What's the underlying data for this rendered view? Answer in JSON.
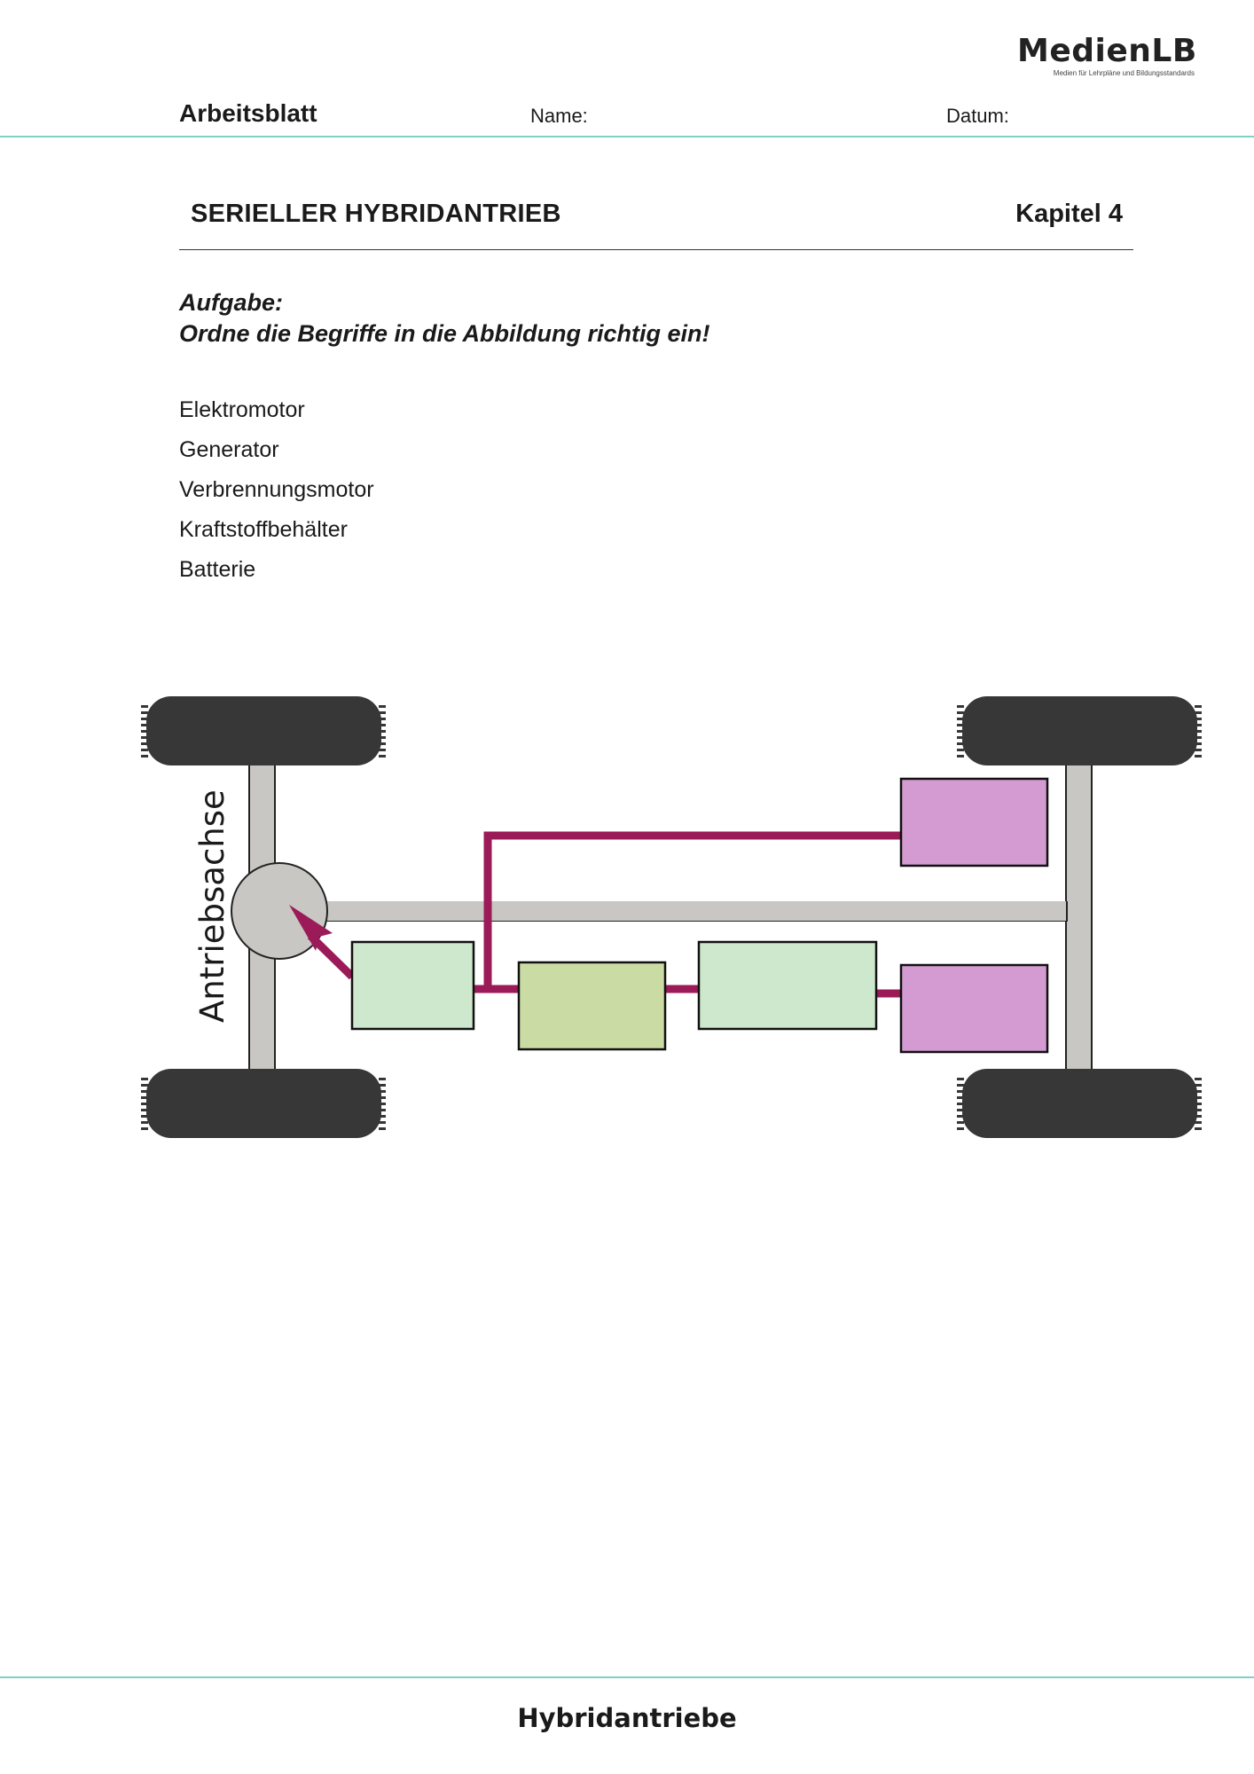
{
  "logo": {
    "main": "MedienLB",
    "sub": "Medien für Lehrpläne und Bildungsstandards"
  },
  "header": {
    "title": "Arbeitsblatt",
    "name_label": "Name:",
    "date_label": "Datum:"
  },
  "topic": {
    "title": "SERIELLER HYBRIDANTRIEB",
    "chapter": "Kapitel 4"
  },
  "task": {
    "heading": "Aufgabe:",
    "instruction": "Ordne die Begriffe in die Abbildung richtig ein!"
  },
  "terms": [
    "Elektromotor",
    "Generator",
    "Verbrennungsmotor",
    "Kraftstoffbehälter",
    "Batterie"
  ],
  "diagram": {
    "axle_label": "Antriebsachse",
    "colors": {
      "tire": "#373737",
      "frame": "#c8c7c3",
      "power_line": "#9b1b58",
      "box_light_green": "#cde8cc",
      "box_olive_green": "#cadca4",
      "box_pink": "#d49ad2"
    }
  },
  "footer": {
    "title": "Hybridantriebe"
  }
}
